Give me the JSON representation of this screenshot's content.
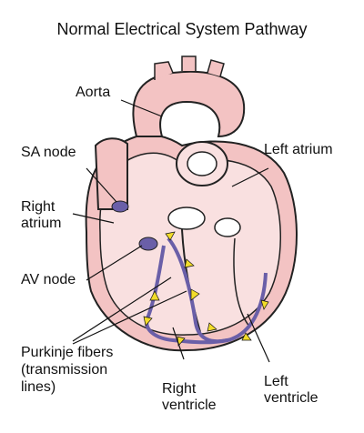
{
  "title": "Normal Electrical System Pathway",
  "labels": {
    "aorta": "Aorta",
    "sa_node": "SA node",
    "left_atrium": "Left atrium",
    "right_atrium": [
      "Right",
      "atrium"
    ],
    "av_node": "AV node",
    "purkinje": [
      "Purkinje fibers",
      "(transmission",
      "lines)"
    ],
    "right_ventricle": [
      "Right",
      "ventricle"
    ],
    "left_ventricle": [
      "Left",
      "ventricle"
    ]
  },
  "colors": {
    "heart_fill": "#f3c3c3",
    "heart_light": "#f9e0e0",
    "pathway": "#6a5fa8",
    "node": "#6a5fa8",
    "arrow": "#f2dc2a",
    "outline": "#222222"
  }
}
